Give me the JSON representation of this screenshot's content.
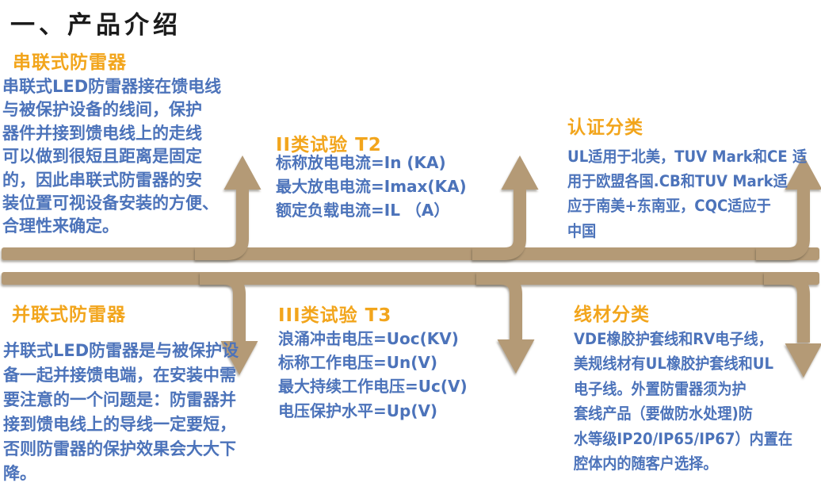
{
  "title": "一、产品介绍",
  "colors": {
    "title": "#1b1b1b",
    "heading": "#f2a51c",
    "body": "#4c73ba",
    "band": "#b49a76"
  },
  "sections": {
    "serial": {
      "heading": "串联式防雷器",
      "lines": [
        "串联式LED防雷器接在馈电线",
        "与被保护设备的线间，保护",
        "器件并接到馈电线上的走线",
        "可以做到很短且距离是固定",
        "的，因此串联式防雷器的安",
        "装位置可视设备安装的方便、",
        "合理性来确定。"
      ]
    },
    "test_t2": {
      "heading": "II类试验 T2",
      "lines": [
        "标称放电电流=In (KA)",
        "最大放电电流=Imax(KA)",
        "额定负载电流=IL （A）"
      ]
    },
    "certification": {
      "heading": "认证分类",
      "lines": [
        "UL适用于北美，TUV Mark和CE 适",
        "用于欧盟各国.CB和TUV Mark适",
        "应于南美+东南亚，CQC适应于",
        "中国"
      ]
    },
    "parallel": {
      "heading": "并联式防雷器",
      "lines": [
        "并联式LED防雷器是与被保护设",
        "备一起并接馈电端，在安装中需",
        "要注意的一个问题是：防雷器并",
        "接到馈电线上的导线一定要短，",
        "否则防雷器的保护效果会大大下",
        "降。"
      ]
    },
    "test_t3": {
      "heading": "III类试验 T3",
      "lines": [
        "浪涌冲击电压=Uoc(KV)",
        "标称工作电压=Un(V)",
        "最大持续工作电压=Uc(V)",
        "电压保护水平=Up(V)"
      ]
    },
    "wires": {
      "heading": "线材分类",
      "lines": [
        "VDE橡胶护套线和RV电子线，",
        "美规线材有UL橡胶护套线和UL",
        "电子线。外置防雷器须为护",
        "套线产品（要做防水处理)防",
        "水等级IP20/IP65/IP67）内置在",
        "腔体内的随客户选择。"
      ]
    }
  }
}
